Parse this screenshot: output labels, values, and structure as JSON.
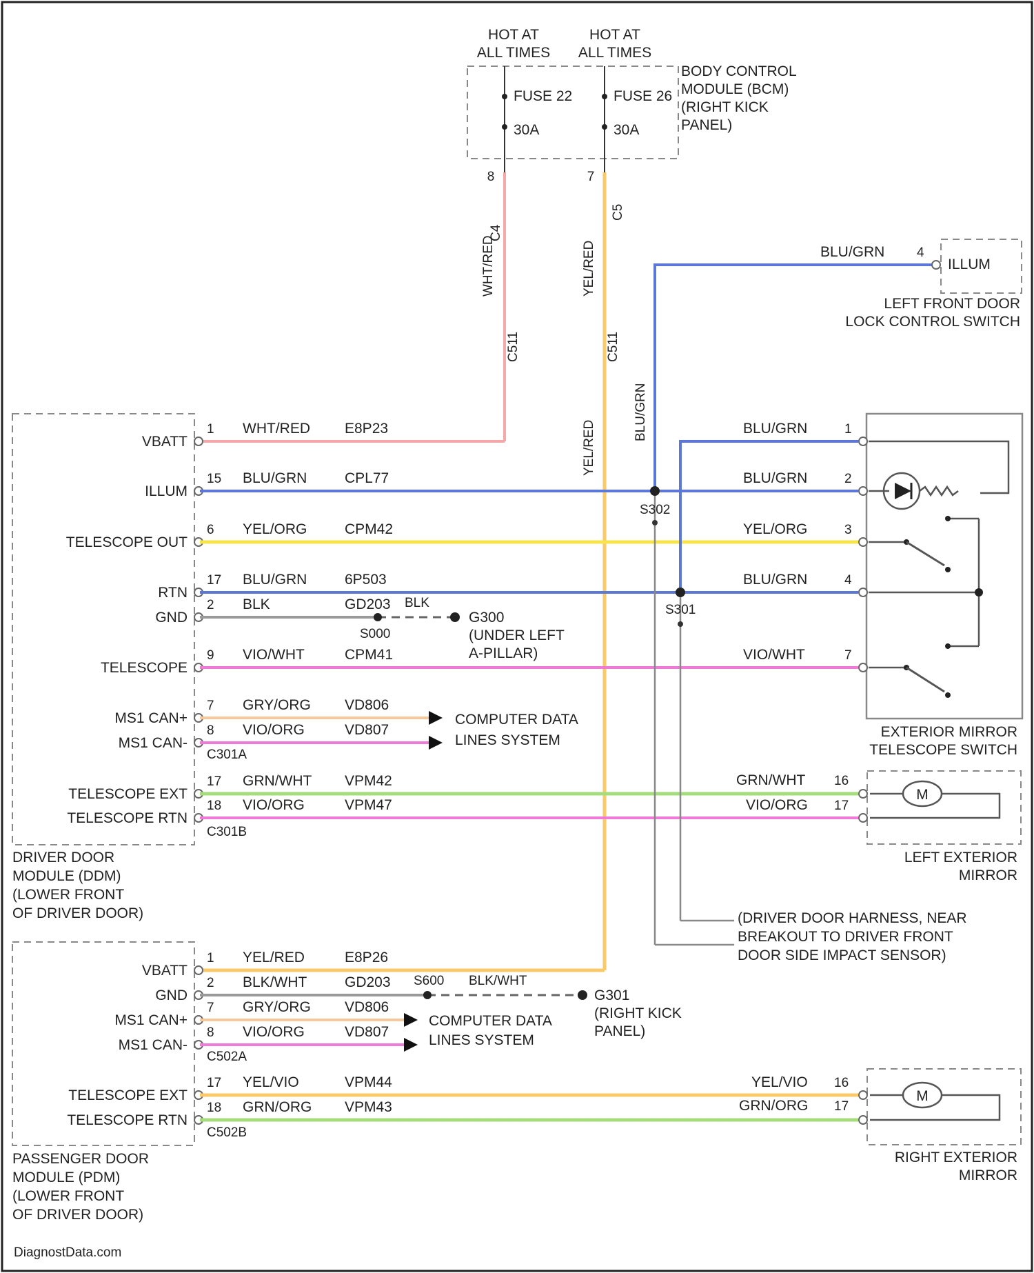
{
  "fuses": {
    "hot_a": [
      "HOT AT",
      "ALL TIMES"
    ],
    "hot_b": [
      "HOT AT",
      "ALL TIMES"
    ],
    "fuse_a": {
      "name": "FUSE 22",
      "amp": "30A",
      "pin": "8"
    },
    "fuse_b": {
      "name": "FUSE 26",
      "amp": "30A",
      "pin": "7"
    },
    "bcm": [
      "BODY CONTROL",
      "MODULE (BCM)",
      "(RIGHT KICK",
      "PANEL)"
    ],
    "conn_a": "C4",
    "conn_b": "C5",
    "wire_a": "WHT/RED",
    "wire_b": "YEL/RED",
    "inline_a": "C511",
    "inline_b": "C511",
    "vert_blu": "BLU/GRN",
    "vert_yel": "YEL/RED"
  },
  "left_lock": {
    "wire": "BLU/GRN",
    "pin": "4",
    "term": "ILLUM",
    "title": [
      "LEFT FRONT DOOR",
      "LOCK CONTROL SWITCH"
    ]
  },
  "ddm": {
    "title": [
      "DRIVER DOOR",
      "MODULE (DDM)",
      "(LOWER FRONT",
      "OF DRIVER DOOR)"
    ],
    "rows": [
      {
        "label": "VBATT",
        "pin": "1",
        "color_name": "WHT/RED",
        "circuit": "E8P23",
        "wire_color": "#f5a8aa"
      },
      {
        "label": "ILLUM",
        "pin": "15",
        "color_name": "BLU/GRN",
        "circuit": "CPL77",
        "wire_color": "#5b78d6"
      },
      {
        "label": "TELESCOPE OUT",
        "pin": "6",
        "color_name": "YEL/ORG",
        "circuit": "CPM42",
        "wire_color": "#f7e34a"
      },
      {
        "label": "RTN",
        "pin": "17",
        "color_name": "BLU/GRN",
        "circuit": "6P503",
        "wire_color": "#5b78d6"
      },
      {
        "label": "GND",
        "pin": "2",
        "color_name": "BLK",
        "circuit": "GD203",
        "wire_color": "#9a9a9a"
      },
      {
        "label": "TELESCOPE",
        "pin": "9",
        "color_name": "VIO/WHT",
        "circuit": "CPM41",
        "wire_color": "#f07ad8"
      },
      {
        "label": "MS1 CAN+",
        "pin": "7",
        "color_name": "GRY/ORG",
        "circuit": "VD806",
        "wire_color": "#f6c79a"
      },
      {
        "label": "MS1 CAN-",
        "pin": "8",
        "color_name": "VIO/ORG",
        "circuit": "VD807",
        "wire_color": "#f07ad8"
      },
      {
        "label": "TELESCOPE EXT",
        "pin": "17",
        "color_name": "GRN/WHT",
        "circuit": "VPM42",
        "wire_color": "#a6dd7c"
      },
      {
        "label": "TELESCOPE RTN",
        "pin": "18",
        "color_name": "VIO/ORG",
        "circuit": "VPM47",
        "wire_color": "#f07ad8"
      }
    ],
    "conn_a": "C301A",
    "conn_b": "C301B",
    "gnd_splice": "S000",
    "gnd_wire2": "BLK",
    "ground_id": "G300",
    "ground_loc": [
      "(UNDER LEFT",
      "A-PILLAR)"
    ],
    "can_dest": [
      "COMPUTER DATA",
      "LINES SYSTEM"
    ]
  },
  "splices": {
    "s302": "S302",
    "s301": "S301"
  },
  "switch": {
    "title": [
      "EXTERIOR MIRROR",
      "TELESCOPE SWITCH"
    ],
    "pins": [
      {
        "wire": "BLU/GRN",
        "pin": "1"
      },
      {
        "wire": "BLU/GRN",
        "pin": "2"
      },
      {
        "wire": "YEL/ORG",
        "pin": "3"
      },
      {
        "wire": "BLU/GRN",
        "pin": "4"
      },
      {
        "wire": "VIO/WHT",
        "pin": "7"
      }
    ]
  },
  "left_mirror": {
    "title": [
      "LEFT EXTERIOR",
      "MIRROR"
    ],
    "pins": [
      {
        "wire": "GRN/WHT",
        "pin": "16"
      },
      {
        "wire": "VIO/ORG",
        "pin": "17"
      }
    ],
    "motor": "M"
  },
  "harness_note": [
    "(DRIVER DOOR HARNESS, NEAR",
    "BREAKOUT TO DRIVER FRONT",
    "DOOR SIDE IMPACT SENSOR)"
  ],
  "pdm": {
    "title": [
      "PASSENGER DOOR",
      "MODULE (PDM)",
      "(LOWER FRONT",
      "OF DRIVER DOOR)"
    ],
    "rows": [
      {
        "label": "VBATT",
        "pin": "1",
        "color_name": "YEL/RED",
        "circuit": "E8P26",
        "wire_color": "#fbc86a"
      },
      {
        "label": "GND",
        "pin": "2",
        "color_name": "BLK/WHT",
        "circuit": "GD203",
        "wire_color": "#9a9a9a"
      },
      {
        "label": "MS1 CAN+",
        "pin": "7",
        "color_name": "GRY/ORG",
        "circuit": "VD806",
        "wire_color": "#f6c79a"
      },
      {
        "label": "MS1 CAN-",
        "pin": "8",
        "color_name": "VIO/ORG",
        "circuit": "VD807",
        "wire_color": "#f07ad8"
      },
      {
        "label": "TELESCOPE EXT",
        "pin": "17",
        "color_name": "YEL/VIO",
        "circuit": "VPM44",
        "wire_color": "#fbc86a"
      },
      {
        "label": "TELESCOPE RTN",
        "pin": "18",
        "color_name": "GRN/ORG",
        "circuit": "VPM43",
        "wire_color": "#a6dd7c"
      }
    ],
    "conn_a": "C502A",
    "conn_b": "C502B",
    "gnd_splice": "S600",
    "gnd_wire2": "BLK/WHT",
    "ground_id": "G301",
    "ground_loc": [
      "(RIGHT KICK",
      "PANEL)"
    ],
    "can_dest": [
      "COMPUTER DATA",
      "LINES SYSTEM"
    ]
  },
  "right_mirror": {
    "title": [
      "RIGHT EXTERIOR",
      "MIRROR"
    ],
    "pins": [
      {
        "wire": "YEL/VIO",
        "pin": "16"
      },
      {
        "wire": "GRN/ORG",
        "pin": "17"
      }
    ],
    "motor": "M"
  },
  "watermark": "DiagnostData.com"
}
